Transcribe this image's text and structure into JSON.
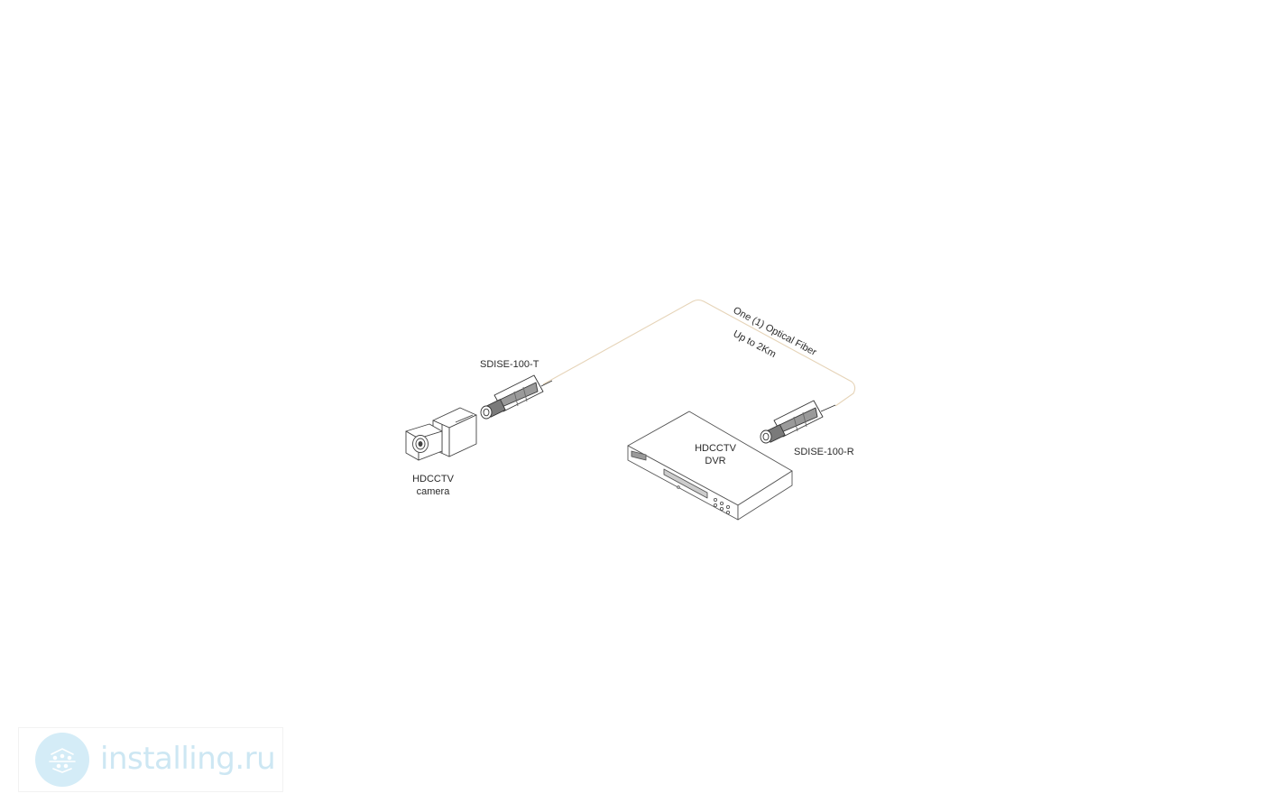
{
  "labels": {
    "transmitter": "SDISE-100-T",
    "camera_line1": "HDCCTV",
    "camera_line2": "camera",
    "fiber_line1": "One (1) Optical Fiber",
    "fiber_line2": "Up to 2Km",
    "dvr_line1": "HDCCTV",
    "dvr_line2": "DVR",
    "receiver": "SDISE-100-R"
  },
  "watermark": {
    "text": "installing.ru"
  },
  "colors": {
    "line": "#444444",
    "fiber": "#e6d4b8",
    "watermark": "#cde7f3"
  }
}
